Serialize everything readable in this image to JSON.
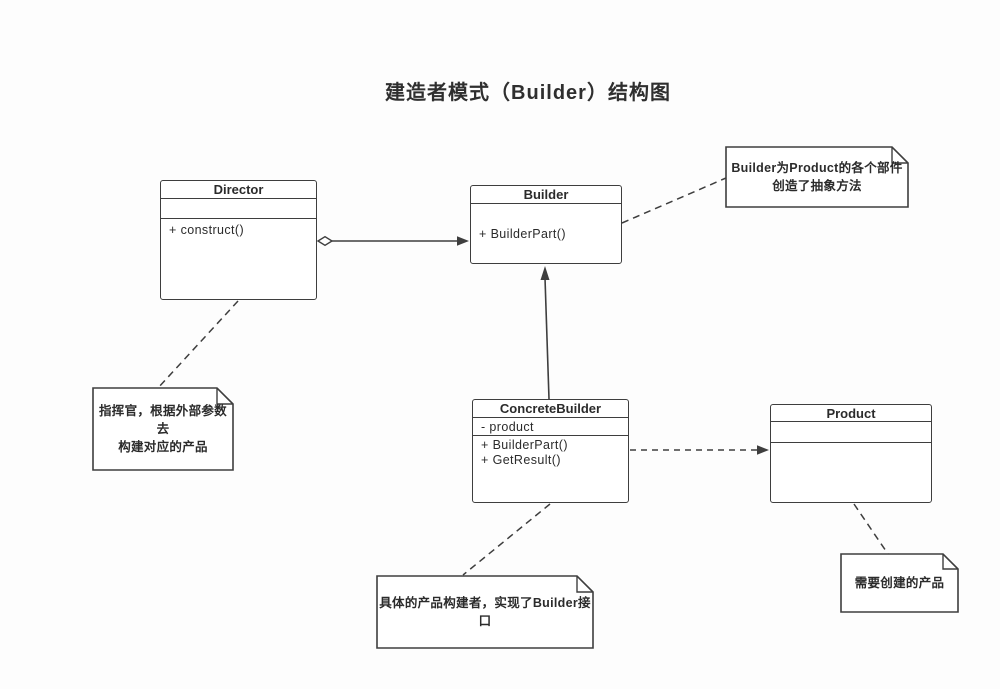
{
  "title": "建造者模式（Builder）结构图",
  "colors": {
    "line": "#3e3e3e",
    "text": "#2b2b2b",
    "box_fill": "#ffffff",
    "background": "#fdfdfd"
  },
  "classes": [
    {
      "id": "director",
      "name": "Director",
      "attributes": [],
      "methods": [
        "+ construct()"
      ]
    },
    {
      "id": "builder",
      "name": "Builder",
      "attributes": [],
      "methods": [
        "+ BuilderPart()"
      ]
    },
    {
      "id": "concrete_builder",
      "name": "ConcreteBuilder",
      "attributes": [
        "- product"
      ],
      "methods": [
        "+ BuilderPart()",
        "+ GetResult()"
      ]
    },
    {
      "id": "product",
      "name": "Product",
      "attributes": [],
      "methods": []
    }
  ],
  "notes": [
    {
      "id": "note-builder",
      "attached_to": "Builder",
      "lines": [
        "Builder为Product的各个部件",
        "创造了抽象方法"
      ]
    },
    {
      "id": "note-director",
      "attached_to": "Director",
      "lines": [
        "指挥官，根据外部参数去",
        "构建对应的产品"
      ]
    },
    {
      "id": "note-concrete-builder",
      "attached_to": "ConcreteBuilder",
      "lines": [
        "具体的产品构建者，实现了Builder接口"
      ]
    },
    {
      "id": "note-product",
      "attached_to": "Product",
      "lines": [
        "需要创建的产品"
      ]
    }
  ],
  "relations": [
    {
      "from": "Director",
      "to": "Builder",
      "line": "solid",
      "tail": "hollow-diamond",
      "head": "filled-arrow"
    },
    {
      "from": "ConcreteBuilder",
      "to": "Builder",
      "line": "solid",
      "tail": "none",
      "head": "filled-arrow"
    },
    {
      "from": "ConcreteBuilder",
      "to": "Product",
      "line": "dashed",
      "tail": "none",
      "head": "filled-arrow"
    },
    {
      "from": "Builder",
      "to": "note-builder",
      "line": "dashed",
      "head": "none"
    },
    {
      "from": "Director",
      "to": "note-director",
      "line": "dashed",
      "head": "none"
    },
    {
      "from": "ConcreteBuilder",
      "to": "note-concrete-builder",
      "line": "dashed",
      "head": "none"
    },
    {
      "from": "Product",
      "to": "note-product",
      "line": "dashed",
      "head": "none"
    }
  ]
}
